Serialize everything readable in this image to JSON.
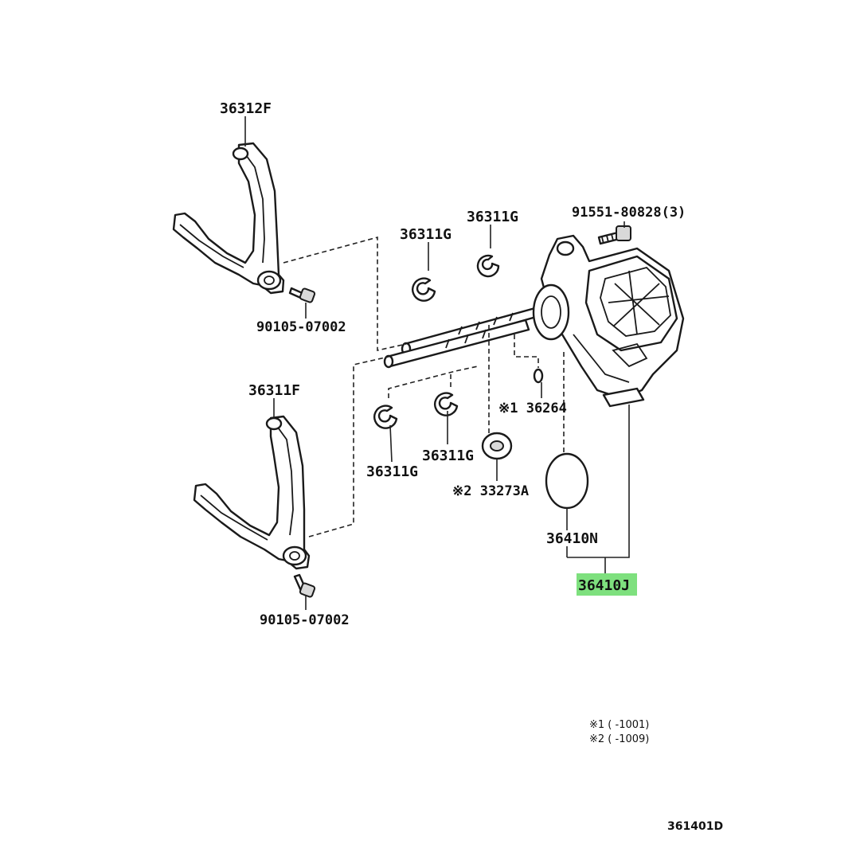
{
  "diagram": {
    "part_labels": {
      "fork_upper": "36312F",
      "fork_lower": "36311F",
      "bolt_upper": "90105-07002",
      "bolt_lower": "90105-07002",
      "clip_a": "36311G",
      "clip_b": "36311G",
      "clip_c": "36311G",
      "clip_d": "36311G",
      "housing_bolt": "91551-80828(3)",
      "pin": "※1 36264",
      "washer": "※2 33273A",
      "oring": "36410N",
      "assembly": "36410J"
    },
    "highlight_color": "#7ee07e",
    "notes": {
      "note1": "※1 (      -1001)",
      "note2": "※2 (      -1009)"
    },
    "figure_code": "361401D"
  }
}
